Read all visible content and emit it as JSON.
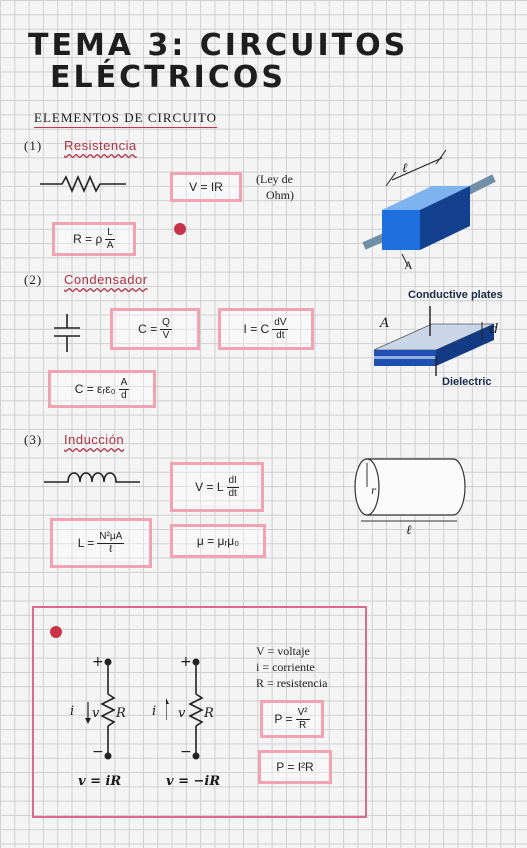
{
  "title": {
    "line1": "TEMA 3: CIRCUITOS",
    "line2": "ELÉCTRICOS"
  },
  "section": "ELEMENTOS DE CIRCUITO",
  "items": [
    {
      "num": "(1)",
      "name": "Resistencia"
    },
    {
      "num": "(2)",
      "name": "Condensador"
    },
    {
      "num": "(3)",
      "name": "Inducción"
    }
  ],
  "resist": {
    "ohm_formula": "V = IR",
    "ohm_note_1": "(Ley de",
    "ohm_note_2": "Ohm)",
    "r_lhs": "R = ρ",
    "r_num": "L",
    "r_den": "A",
    "fig_l": "ℓ",
    "fig_a": "A"
  },
  "cap": {
    "c_lhs": "C =",
    "c_num": "Q",
    "c_den": "V",
    "i_lhs": "I = C",
    "i_num": "dV",
    "i_den": "dt",
    "c2_lhs": "C = εᵣε₀",
    "c2_num": "A",
    "c2_den": "d",
    "fig_plates": "Conductive plates",
    "fig_dielectric": "Dielectric",
    "fig_a": "A",
    "fig_d": "d"
  },
  "ind": {
    "v_lhs": "V = L",
    "v_num": "dI",
    "v_den": "dt",
    "l_lhs": "L =",
    "l_num": "N²μA",
    "l_den": "ℓ",
    "mu": "μ = μᵣμ₀",
    "fig_l": "ℓ",
    "fig_r": "r"
  },
  "legend": {
    "v": "V = voltaje",
    "i": "i = corriente",
    "r": "R = resistencia"
  },
  "power": {
    "p1_lhs": "P =",
    "p1_num": "V²",
    "p1_den": "R",
    "p2": "P = I²R"
  },
  "circuits": [
    {
      "plus": "+",
      "minus": "−",
      "i": "i",
      "v": "v",
      "r": "R",
      "eq": "v = iR"
    },
    {
      "plus": "+",
      "minus": "−",
      "i": "i",
      "v": "v",
      "r": "R",
      "eq": "v = −iR"
    }
  ],
  "colors": {
    "accent": "#f1a3b3",
    "red_text": "#b03145",
    "frame": "#d86b8e",
    "blue": "#1f5fbf"
  }
}
